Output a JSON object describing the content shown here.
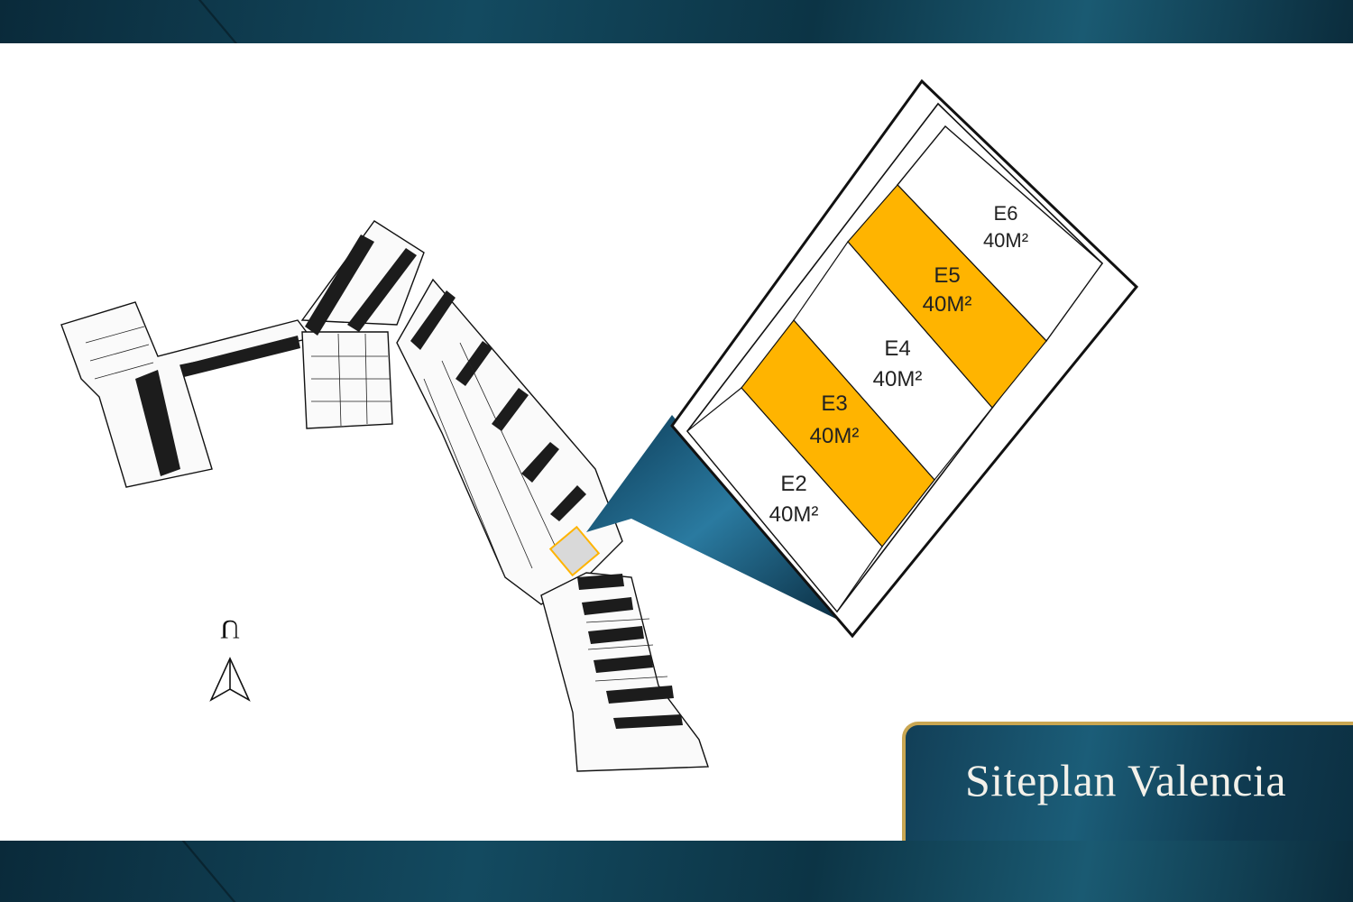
{
  "title": "Siteplan Valencia",
  "compass_label": "U",
  "units": [
    {
      "code": "E2",
      "area": "40M²",
      "highlighted": false
    },
    {
      "code": "E3",
      "area": "40M²",
      "highlighted": true
    },
    {
      "code": "E4",
      "area": "40M²",
      "highlighted": false
    },
    {
      "code": "E5",
      "area": "40M²",
      "highlighted": true
    },
    {
      "code": "E6",
      "area": "40M²",
      "highlighted": false
    }
  ],
  "colors": {
    "highlight": "#FFB400",
    "brand_dark": "#0F3A50",
    "accent_gold": "#C9A652"
  }
}
